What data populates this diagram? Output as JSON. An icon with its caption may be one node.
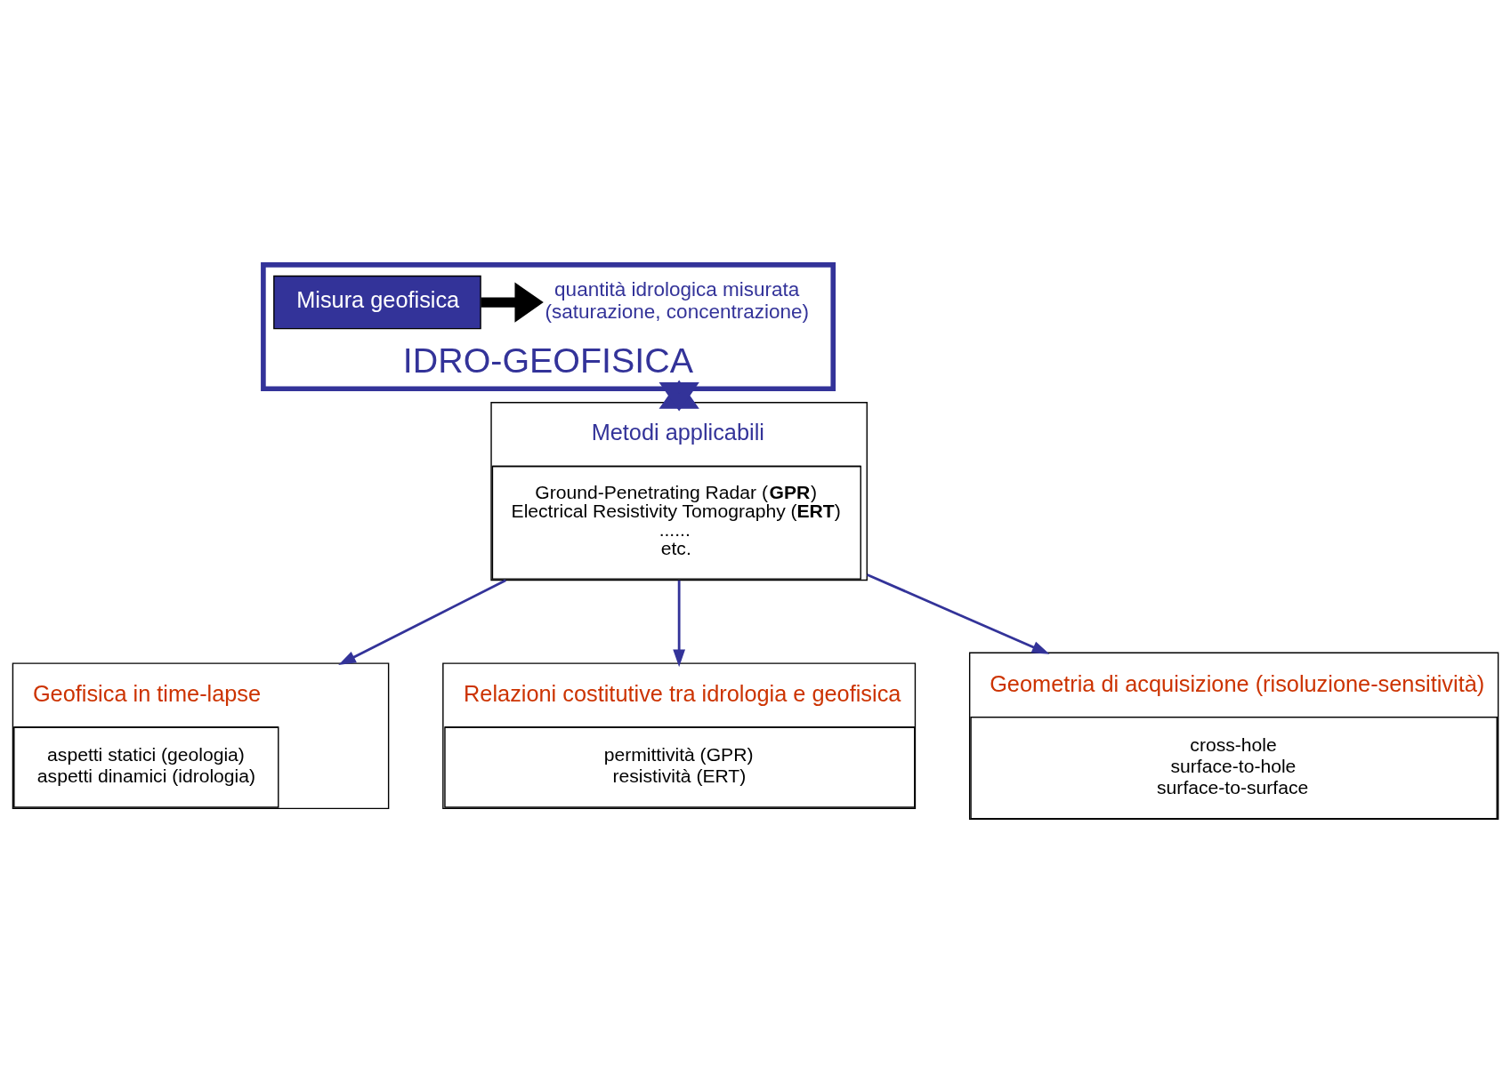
{
  "diagram": {
    "nodes": [
      {
        "text": [
          "IDRO-GEOFISICA"
        ]
      },
      {
        "text": [
          "quantità idrologica misurata (saturazione, concentrazione)"
        ],
        "in": 0
      },
      {
        "text": [
          "Misura geofisica"
        ],
        "in": 0
      },
      {
        "text": [
          "Metodi applicabili",
          "Ground-Penetrating Radar (**GPR**)",
          "Electrical Resistivity Tomography (**ERT**)",
          "......",
          "etc."
        ]
      },
      {
        "text": [
          "Geofisica in time-lapse",
          "aspetti statici (geologia)",
          "aspetti dinamici (idrologia)"
        ]
      },
      {
        "text": [
          "Relazioni costitutive tra idrologia e geofisica",
          "permittività (GPR)",
          "resistività (ERT)"
        ]
      },
      {
        "text": [
          "Geometria di acquisizione (risoluzione-sensitività)",
          "cross-hole",
          "surface-to-hole",
          "surface-to-surface"
        ]
      }
    ],
    "edges": [
      {
        "from": 2,
        "to": 1,
        "arrow": "to",
        "style": "thick",
        "color": "#000000"
      },
      {
        "from": 0,
        "to": 3,
        "arrow": "both",
        "style": "thick"
      },
      {
        "from": 3,
        "to": 4,
        "arrow": "to"
      },
      {
        "from": 3,
        "to": 5,
        "arrow": "to"
      },
      {
        "from": 3,
        "to": 6,
        "arrow": "to"
      }
    ]
  }
}
